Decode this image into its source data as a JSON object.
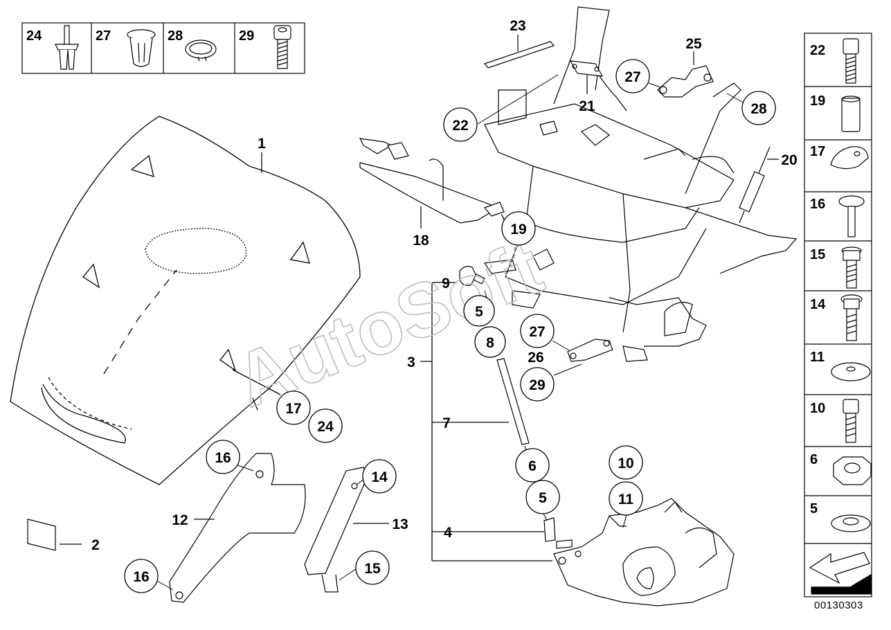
{
  "diagram_code": "00130303",
  "watermark": "AutoSoft",
  "top_strip": [
    "24",
    "27",
    "28",
    "29"
  ],
  "side_column": [
    "22",
    "19",
    "17",
    "16",
    "15",
    "14",
    "11",
    "10",
    "6",
    "5"
  ],
  "callouts": {
    "c1": "1",
    "c2": "2",
    "c3": "3",
    "c4": "4",
    "c5a": "5",
    "c5b": "5",
    "c6": "6",
    "c7": "7",
    "c8": "8",
    "c9": "9",
    "c10": "10",
    "c11": "11",
    "c12": "12",
    "c13": "13",
    "c14": "14",
    "c15": "15",
    "c16a": "16",
    "c16b": "16",
    "c17": "17",
    "c18": "18",
    "c19": "19",
    "c20": "20",
    "c21": "21",
    "c22": "22",
    "c23": "23",
    "c24": "24",
    "c25": "25",
    "c26": "26",
    "c27a": "27",
    "c27b": "27",
    "c28": "28",
    "c29": "29"
  }
}
